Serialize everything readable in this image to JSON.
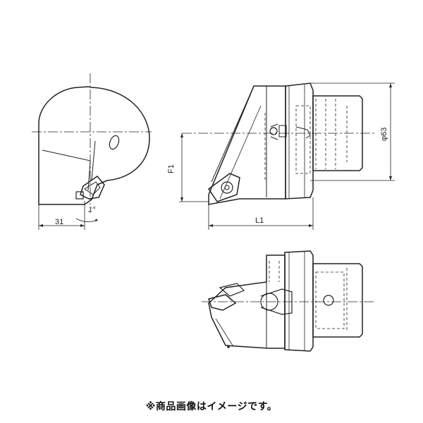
{
  "dimensions": {
    "side_width": "31",
    "angle": "1°",
    "height": "F1",
    "length": "L1",
    "diameter": "φ63"
  },
  "caption": "※商品画像はイメージです。"
}
